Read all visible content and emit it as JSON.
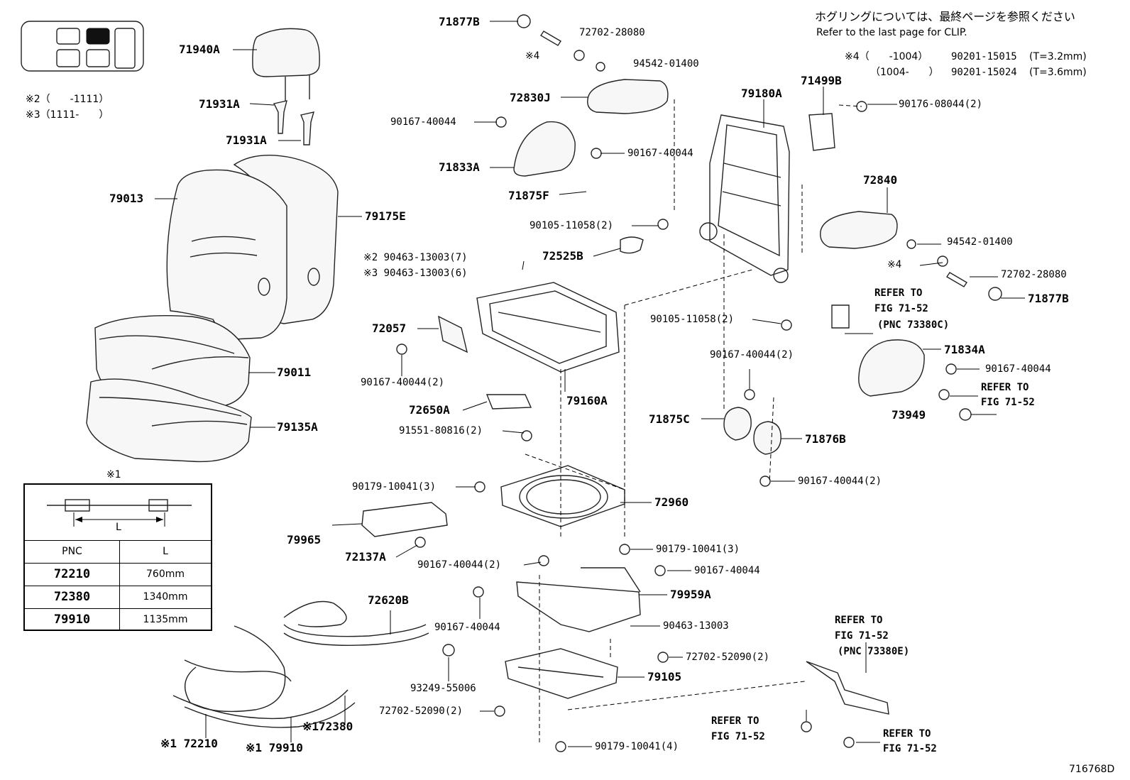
{
  "notes": {
    "clip_jp": "ホグリングについては、最終ページを参照ください",
    "clip_en": "Refer to the last page for CLIP.",
    "note4_a_marker": "※4（　　-1004）",
    "note4_a_part": "90201-15015",
    "note4_a_spec": "(T=3.2mm)",
    "note4_b_marker": "（1004-　　）",
    "note4_b_part": "90201-15024",
    "note4_b_spec": "(T=3.6mm)",
    "note2": "※2（　　-1111）",
    "note3": "※3（1111-　　）",
    "diagram_id": "716768D"
  },
  "labels": {
    "l71877B_top": "71877B",
    "l72702_28080_top": "72702-28080",
    "l4_top": "※4",
    "l94542_top": "94542-01400",
    "l72830J": "72830J",
    "l90167_a": "90167-40044",
    "l71833A": "71833A",
    "l90167_b": "90167-40044",
    "l71875F": "71875F",
    "l90105_a": "90105-11058(2)",
    "l72525B": "72525B",
    "l79180A": "79180A",
    "l71499B": "71499B",
    "l90176": "90176-08044(2)",
    "l72840": "72840",
    "l94542_r": "94542-01400",
    "l4_r": "※4",
    "l72702_28080_r": "72702-28080",
    "l71877B_r": "71877B",
    "l71940A": "71940A",
    "l71931A_1": "71931A",
    "l71931A_2": "71931A",
    "l79013": "79013",
    "l79175E": "79175E",
    "l79011": "79011",
    "l79135A": "79135A",
    "l2_90463": "※2 90463-13003(7)",
    "l3_90463": "※3 90463-13003(6)",
    "l72057": "72057",
    "l90167_2a": "90167-40044(2)",
    "l79160A": "79160A",
    "l72650A": "72650A",
    "l91551": "91551-80816(2)",
    "l90105_b": "90105-11058(2)",
    "l90167_2b": "90167-40044(2)",
    "l71875C": "71875C",
    "l71876B": "71876B",
    "l90167_2c": "90167-40044(2)",
    "l71834A": "71834A",
    "l90167_c": "90167-40044",
    "l73949": "73949",
    "l90179_a": "90179-10041(3)",
    "l72960": "72960",
    "l79965": "79965",
    "l72137A": "72137A",
    "l90167_2d": "90167-40044(2)",
    "l90179_b": "90179-10041(3)",
    "l90167_d": "90167-40044",
    "l79959A": "79959A",
    "l90167_e": "90167-40044",
    "l90463_13003": "90463-13003",
    "l72620B": "72620B",
    "l93249": "93249-55006",
    "l72702_52090_a": "72702-52090(2)",
    "l79105": "79105",
    "l72702_52090_b": "72702-52090(2)",
    "l90179_c": "90179-10041(4)",
    "l72210": "※1 72210",
    "l79910": "※1 79910",
    "l72380": "※172380",
    "l1_title": "※1"
  },
  "refer": {
    "belt_top_1": "REFER TO",
    "belt_top_2": "FIG 71-52",
    "belt_top_3": "(PNC 73380C)",
    "r71834_1": "REFER TO",
    "r71834_2": "FIG 71-52",
    "buckle_1": "REFER TO",
    "buckle_2": "FIG 71-52",
    "buckle_3": "(PNC 73380E)",
    "bottom_a_1": "REFER TO",
    "bottom_a_2": "FIG 71-52",
    "bottom_b_1": "REFER TO",
    "bottom_b_2": "FIG 71-52"
  },
  "table": {
    "dim_label": "L",
    "head_pnc": "PNC",
    "head_l": "L",
    "rows": [
      {
        "pnc": "72210",
        "l": "760mm"
      },
      {
        "pnc": "72380",
        "l": "1340mm"
      },
      {
        "pnc": "79910",
        "l": "1135mm"
      }
    ]
  }
}
